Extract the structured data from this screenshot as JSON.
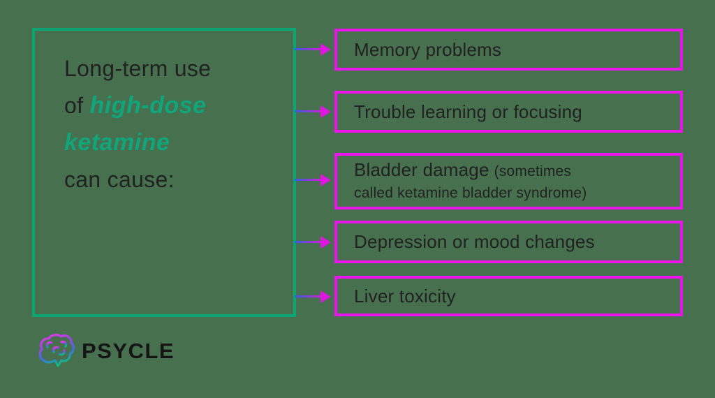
{
  "colors": {
    "background": "#47704F",
    "panel_border": "#0DA573",
    "highlight_green": "#10A57B",
    "effect_border": "#EC13EC",
    "arrow_blue": "#2E62DD",
    "arrow_magenta": "#DF16DF",
    "text_dark": "#212121"
  },
  "left_panel": {
    "line1": "Long-term use",
    "line2_prefix": "of",
    "line2_highlight": "high-dose",
    "line3_highlight": "ketamine",
    "line4": "can cause:"
  },
  "effects": [
    {
      "label": "Memory problems"
    },
    {
      "label": "Trouble learning or focusing"
    },
    {
      "label": "Bladder damage",
      "sublabel_line1": "(sometimes",
      "sublabel_line2": "called ketamine bladder syndrome)"
    },
    {
      "label": "Depression or mood changes"
    },
    {
      "label": "Liver toxicity"
    }
  ],
  "logo": {
    "brand": "PSYCLE",
    "icon": "brain-icon"
  }
}
